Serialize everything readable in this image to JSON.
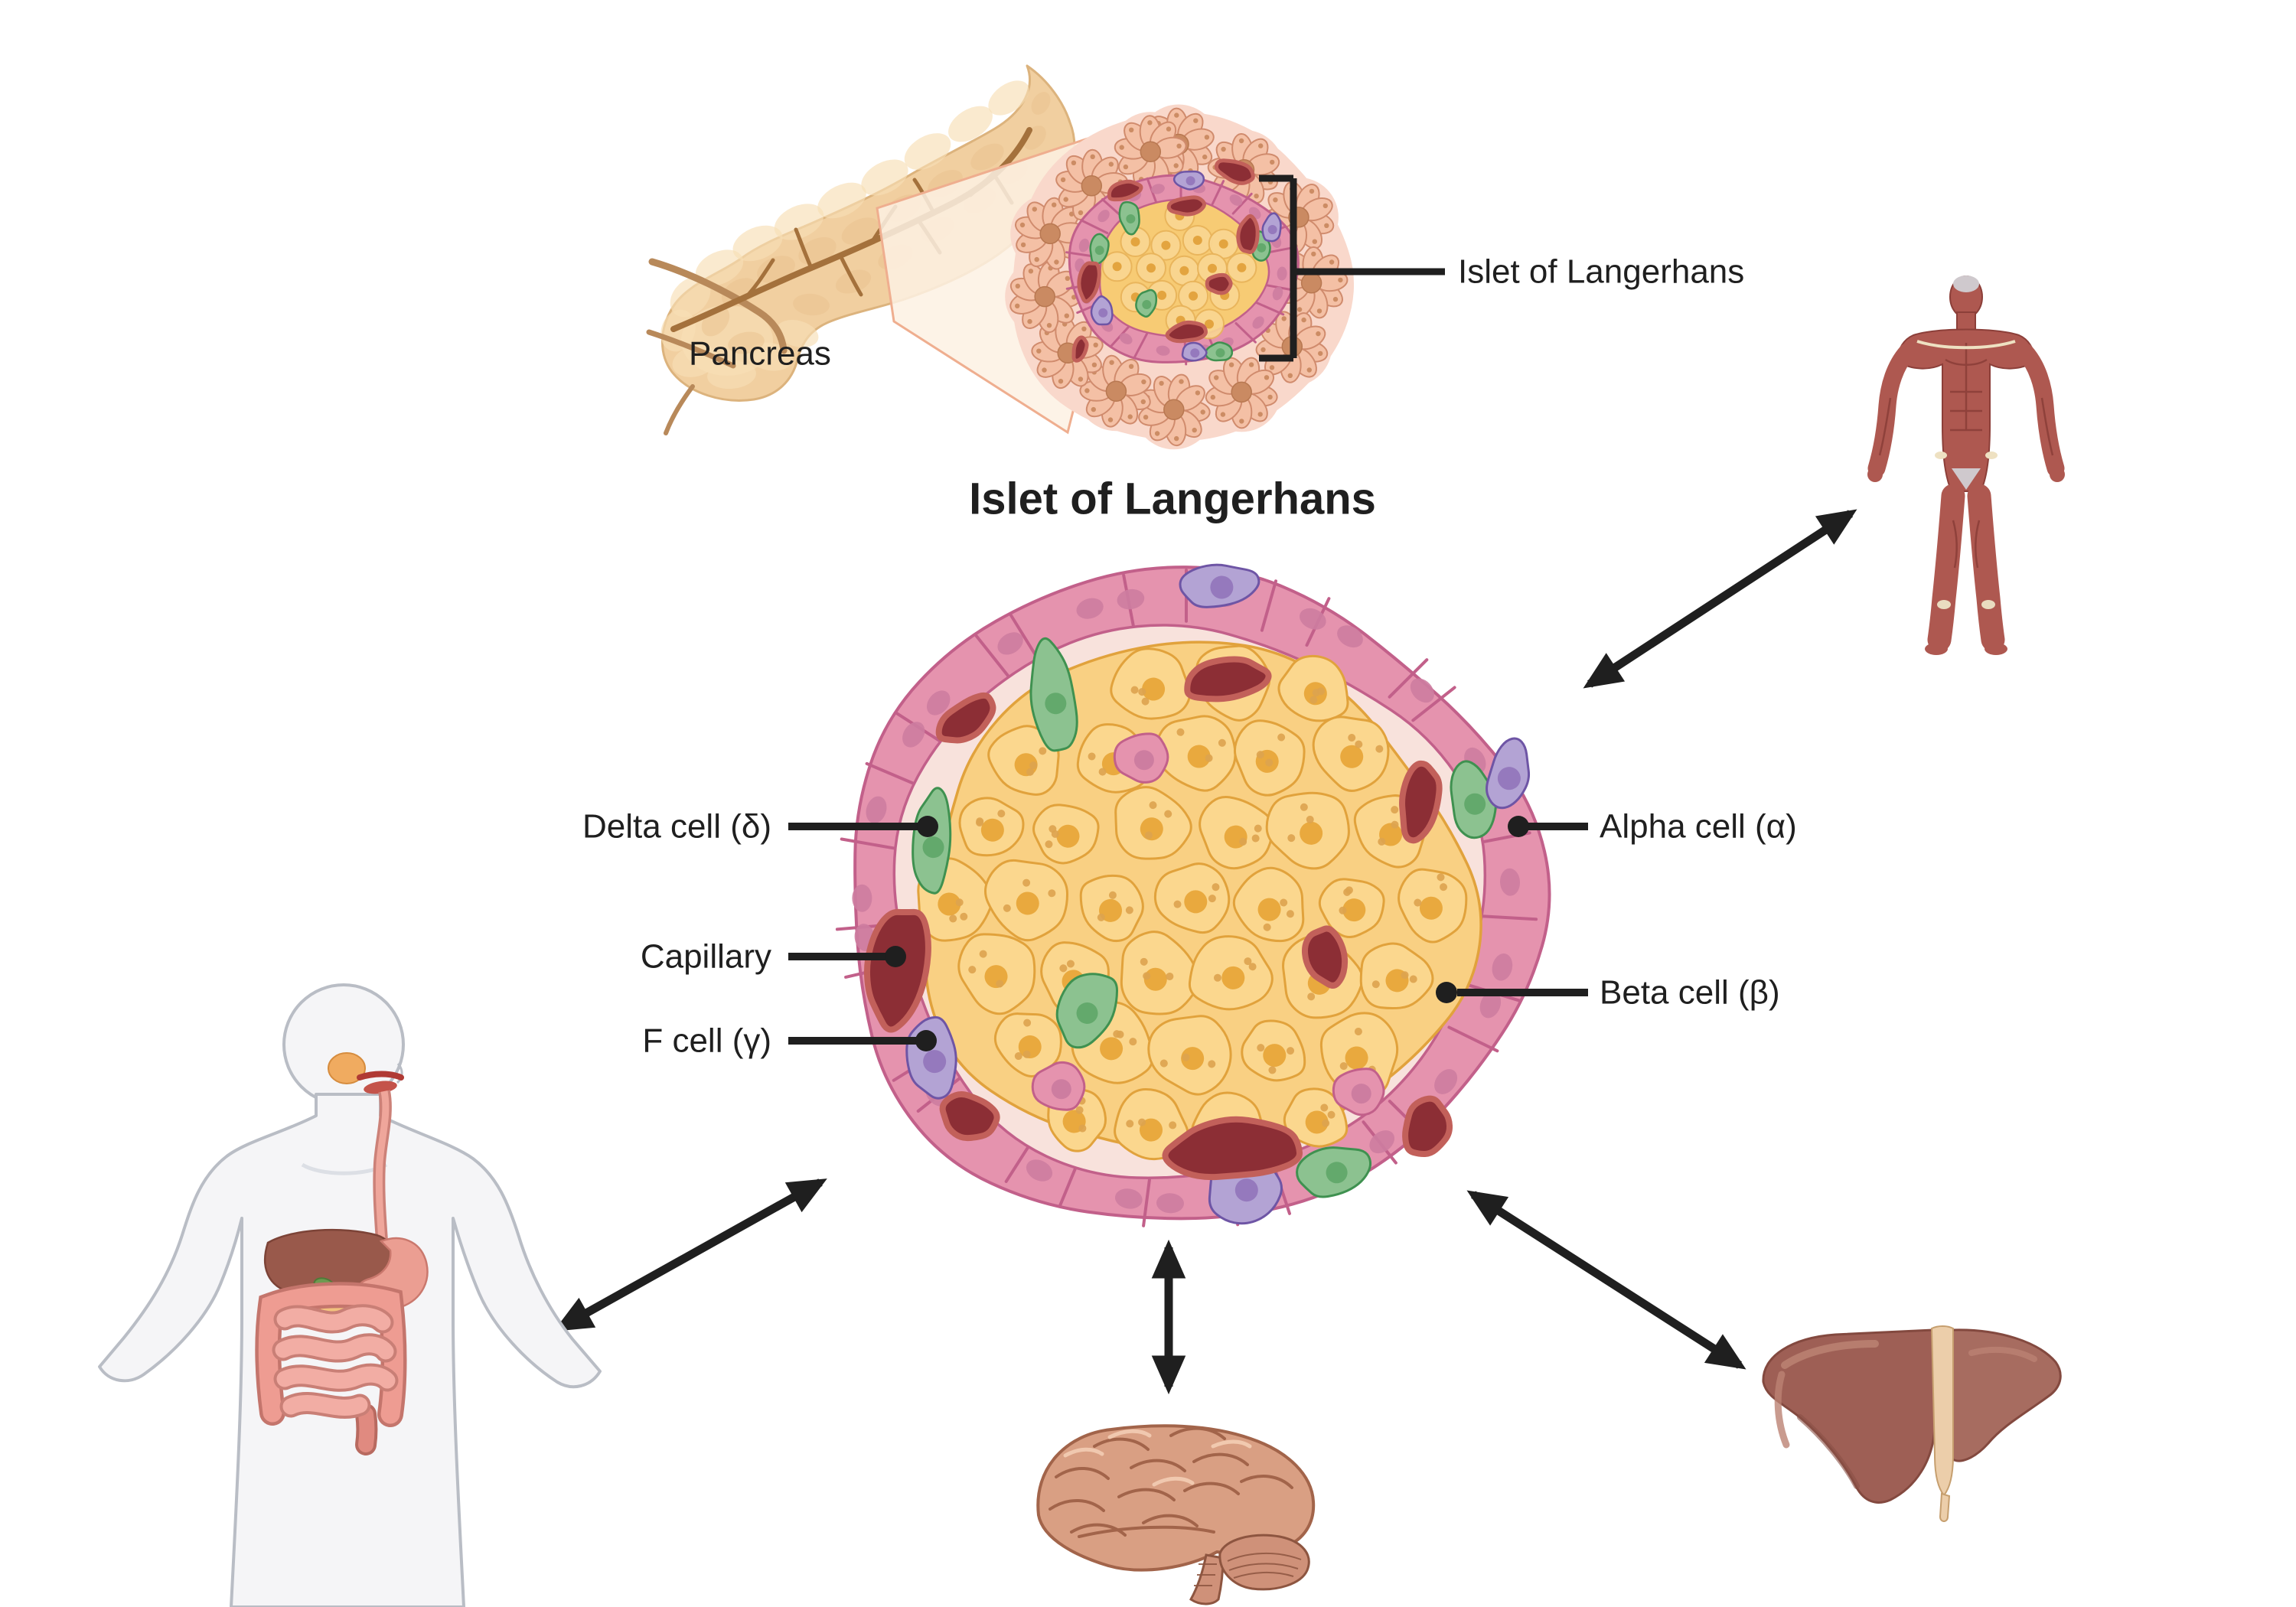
{
  "diagram": {
    "inset": {
      "pancreas_label": "Pancreas",
      "callout_label": "Islet of Langerhans"
    },
    "main_islet": {
      "title": "Islet of Langerhans",
      "labels": {
        "delta": "Delta cell (δ)",
        "capillary": "Capillary",
        "f_cell": "F cell (γ)",
        "alpha": "Alpha cell (α)",
        "beta": "Beta cell (β)"
      }
    },
    "organ_icons": {
      "top_right": "muscular-system-figure",
      "bottom_left": "digestive-system-body",
      "bottom_center": "brain",
      "bottom_right": "liver"
    },
    "colors": {
      "alpha_cell_pink": "#e593ae",
      "beta_cell_yellow": "#fad38a",
      "delta_cell_green": "#8cc290",
      "f_cell_purple": "#b3a3d4",
      "capillary_red": "#8c2e35",
      "acinar_peach": "#f4c0a5",
      "pancreas_tan": "#f1cfa0",
      "annotation_black": "#1f1f1f"
    }
  }
}
